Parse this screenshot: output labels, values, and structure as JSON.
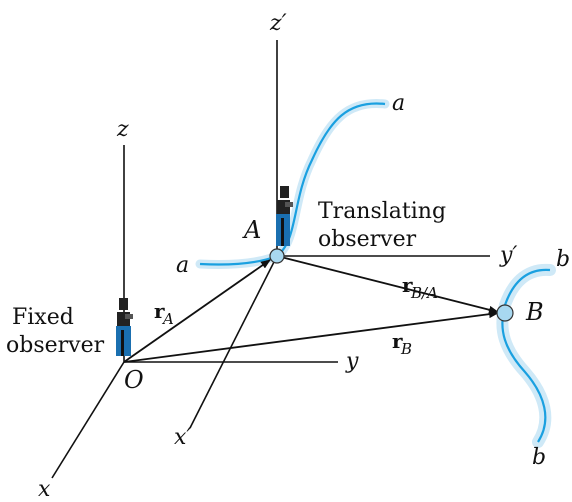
{
  "labels": {
    "z": "z",
    "z_prime": "z′",
    "x": "x",
    "x_prime": "x′",
    "y": "y",
    "y_prime": "y′",
    "point_a": "A",
    "point_b": "B",
    "point_o": "O",
    "path_a_top": "a",
    "path_a_left": "a",
    "path_b_top": "b",
    "path_b_bottom": "b",
    "translating_line1": "Translating",
    "translating_line2": "observer",
    "fixed_line1": "Fixed",
    "fixed_line2": "observer",
    "vec_rA_main": "r",
    "vec_rA_sub": "A",
    "vec_rB_main": "r",
    "vec_rB_sub": "B",
    "vec_rBA_main": "r",
    "vec_rBA_sub": "B/A"
  },
  "colors": {
    "line": "#111111",
    "path": "#1aa0e0",
    "path_glow": "#bfe3f5",
    "point_fill": "#a8d8f0",
    "observer_body": "#1a6fb0",
    "observer_dark": "#222222"
  },
  "icons": {
    "fixed_observer": "observer-figure-icon",
    "translating_observer": "observer-figure-icon"
  }
}
